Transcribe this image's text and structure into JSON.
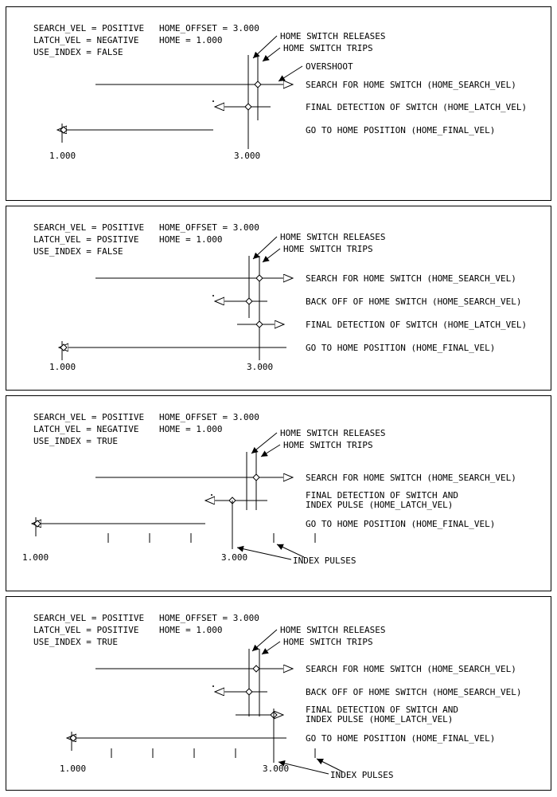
{
  "diagram": {
    "title": "homing sequence diagrams",
    "line_color": "#000000",
    "background": "#ffffff"
  },
  "panels": [
    {
      "params": {
        "search_vel": "SEARCH_VEL = POSITIVE",
        "home_offset": "HOME_OFFSET = 3.000",
        "latch_vel": "LATCH_VEL = NEGATIVE",
        "home": "HOME = 1.000",
        "use_index": "USE_INDEX = FALSE"
      },
      "callouts": {
        "releases": "HOME SWITCH RELEASES",
        "trips": "HOME SWITCH TRIPS",
        "overshoot": "OVERSHOOT"
      },
      "motions": {
        "search": "SEARCH FOR HOME SWITCH (HOME_SEARCH_VEL)",
        "final": "FINAL DETECTION OF SWITCH (HOME_LATCH_VEL)",
        "go_home": "GO TO HOME POSITION (HOME_FINAL_VEL)"
      },
      "axis": {
        "home_pos": "1.000",
        "offset_pos": "3.000"
      }
    },
    {
      "params": {
        "search_vel": "SEARCH_VEL = POSITIVE",
        "home_offset": "HOME_OFFSET = 3.000",
        "latch_vel": "LATCH_VEL = POSITIVE",
        "home": "HOME = 1.000",
        "use_index": "USE_INDEX = FALSE"
      },
      "callouts": {
        "releases": "HOME SWITCH RELEASES",
        "trips": "HOME SWITCH TRIPS"
      },
      "motions": {
        "search": "SEARCH FOR HOME SWITCH (HOME_SEARCH_VEL)",
        "back_off": "BACK OFF OF HOME SWITCH (HOME_SEARCH_VEL)",
        "final": "FINAL DETECTION OF SWITCH (HOME_LATCH_VEL)",
        "go_home": "GO TO HOME POSITION (HOME_FINAL_VEL)"
      },
      "axis": {
        "home_pos": "1.000",
        "offset_pos": "3.000"
      }
    },
    {
      "params": {
        "search_vel": "SEARCH_VEL = POSITIVE",
        "home_offset": "HOME_OFFSET = 3.000",
        "latch_vel": "LATCH_VEL = NEGATIVE",
        "home": "HOME = 1.000",
        "use_index": "USE_INDEX = TRUE"
      },
      "callouts": {
        "releases": "HOME SWITCH RELEASES",
        "trips": "HOME SWITCH TRIPS"
      },
      "motions": {
        "search": "SEARCH FOR HOME SWITCH (HOME_SEARCH_VEL)",
        "final_line1": "FINAL DETECTION OF SWITCH AND",
        "final_line2": "INDEX PULSE (HOME_LATCH_VEL)",
        "go_home": "GO TO HOME POSITION (HOME_FINAL_VEL)"
      },
      "index_label": "INDEX PULSES",
      "axis": {
        "home_pos": "1.000",
        "offset_pos": "3.000"
      }
    },
    {
      "params": {
        "search_vel": "SEARCH_VEL = POSITIVE",
        "home_offset": "HOME_OFFSET = 3.000",
        "latch_vel": "LATCH_VEL = POSITIVE",
        "home": "HOME = 1.000",
        "use_index": "USE_INDEX = TRUE"
      },
      "callouts": {
        "releases": "HOME SWITCH RELEASES",
        "trips": "HOME SWITCH TRIPS"
      },
      "motions": {
        "search": "SEARCH FOR HOME SWITCH (HOME_SEARCH_VEL)",
        "back_off": "BACK OFF OF HOME SWITCH (HOME_SEARCH_VEL)",
        "final_line1": "FINAL DETECTION OF SWITCH AND",
        "final_line2": "INDEX PULSE (HOME_LATCH_VEL)",
        "go_home": "GO TO HOME POSITION (HOME_FINAL_VEL)"
      },
      "index_label": "INDEX PULSES",
      "axis": {
        "home_pos": "1.000",
        "offset_pos": "3.000"
      }
    }
  ]
}
